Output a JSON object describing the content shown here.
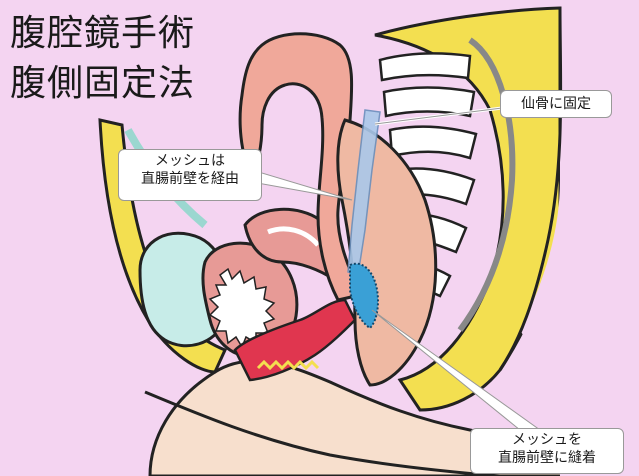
{
  "title": {
    "line1": "腹腔鏡手術",
    "line2": "腹側固定法"
  },
  "callouts": {
    "sacrum": "仙骨に固定",
    "mesh_route": {
      "line1": "メッシュは",
      "line2": "直腸前壁を経由"
    },
    "mesh_suture": {
      "line1": "メッシュを",
      "line2": "直腸前壁に縫着"
    }
  },
  "colors": {
    "background": "#f4d4f1",
    "skin": "#f7dfcd",
    "fat": "#f3df50",
    "rectum": "#efb9a3",
    "colon": "#f0a89a",
    "bone": "#ffffff",
    "vagina": "#e0364f",
    "mesh": "#aac8ea",
    "suture_area": "#3aa0d6",
    "bladder": "#c7ece8"
  }
}
